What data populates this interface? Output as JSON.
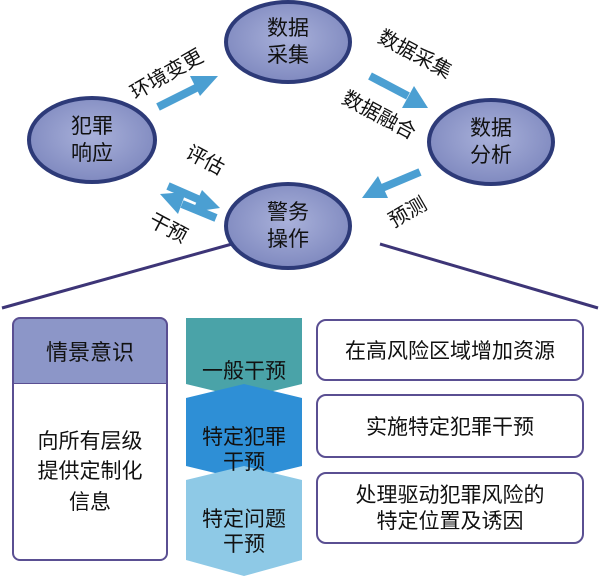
{
  "cycle": {
    "nodes": {
      "response": [
        "犯罪",
        "响应"
      ],
      "collection": [
        "数据",
        "采集"
      ],
      "analysis": [
        "数据",
        "分析"
      ],
      "operation": [
        "警务",
        "操作"
      ]
    },
    "edges": {
      "env_change": "环境变更",
      "data_collection": "数据采集",
      "data_fusion": "数据融合",
      "prediction": "预测",
      "evaluation": "评估",
      "intervention": "干预"
    }
  },
  "awareness": {
    "title": "情景意识",
    "description": "向所有层级\n提供定制化\n信息"
  },
  "levels": [
    {
      "label": "一般干预",
      "detail": "在高风险区域增加资源",
      "color": "#4aa3a8"
    },
    {
      "label": "特定犯罪\n干预",
      "detail": "实施特定犯罪干预",
      "color": "#2e8fd6"
    },
    {
      "label": "特定问题\n干预",
      "detail": "处理驱动犯罪风险的\n特定位置及诱因",
      "color": "#8ec9e6"
    }
  ],
  "colors": {
    "node_fill": "#8c96c8",
    "node_stroke": "#2d3a78",
    "arrow": "#4b9fd2",
    "panel_stroke": "#5a4f92"
  }
}
